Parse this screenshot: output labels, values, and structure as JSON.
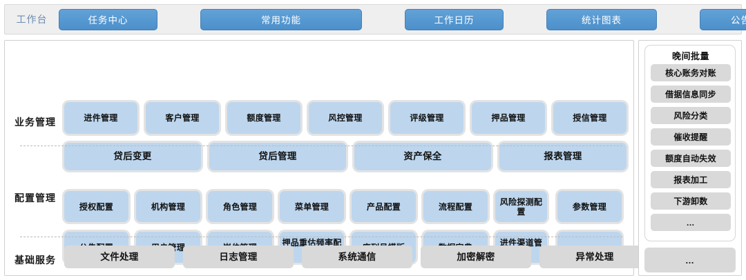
{
  "topbar": {
    "workbench_label": "工作台",
    "tabs": [
      {
        "label": "任务中心"
      },
      {
        "label": "常用功能"
      },
      {
        "label": "工作日历"
      },
      {
        "label": "统计图表"
      },
      {
        "label": "公告信息"
      }
    ],
    "colors": {
      "tab_bg": "#4c8fca",
      "bar_bg": "#efefef",
      "label_text": "#6d8cb0"
    }
  },
  "sections": [
    {
      "label": "业务管理",
      "rows": [
        {
          "tiles": [
            {
              "label": "进件管理"
            },
            {
              "label": "客户管理"
            },
            {
              "label": "额度管理"
            },
            {
              "label": "风控管理"
            },
            {
              "label": "评级管理"
            },
            {
              "label": "押品管理"
            },
            {
              "label": "授信管理"
            }
          ]
        },
        {
          "tiles": [
            {
              "label": "贷后变更"
            },
            {
              "label": "贷后管理"
            },
            {
              "label": "资产保全"
            },
            {
              "label": "报表管理"
            }
          ]
        }
      ]
    },
    {
      "label": "配置管理",
      "rows": [
        {
          "tiles": [
            {
              "label": "授权配置"
            },
            {
              "label": "机构管理"
            },
            {
              "label": "角色管理"
            },
            {
              "label": "菜单管理"
            },
            {
              "label": "产品配置"
            },
            {
              "label": "流程配置"
            },
            {
              "label": "风险探测配置"
            },
            {
              "label": "参数管理"
            }
          ]
        },
        {
          "tiles": [
            {
              "label": "公告配置"
            },
            {
              "label": "用户管理"
            },
            {
              "label": "岗位管理"
            },
            {
              "label": "押品重估频率配置"
            },
            {
              "label": "序列号模版"
            },
            {
              "label": "数据字典"
            },
            {
              "label": "进件渠道管理"
            },
            {
              "label": "…"
            }
          ]
        }
      ]
    },
    {
      "label": "基础服务",
      "rows": [
        {
          "tiles": [
            {
              "label": "文件处理"
            },
            {
              "label": "日志管理"
            },
            {
              "label": "系统通信"
            },
            {
              "label": "加密解密"
            },
            {
              "label": "异常处理"
            }
          ]
        }
      ]
    }
  ],
  "right_panel": {
    "batch_title": "晚间批量",
    "batch_items": [
      {
        "label": "核心账务对账"
      },
      {
        "label": "借据信息同步"
      },
      {
        "label": "风险分类"
      },
      {
        "label": "催收提醒"
      },
      {
        "label": "额度自动失效"
      },
      {
        "label": "报表加工"
      },
      {
        "label": "下游卸数"
      },
      {
        "label": "…"
      }
    ],
    "more_label": "…"
  },
  "colors": {
    "tile_blue": "#bdd6ee",
    "tile_grey": "#d9d9d9",
    "tile_shadow": "#e3e3e3",
    "panel_border": "#cfcfcf",
    "divider": "#b9b9b9",
    "text": "#111111"
  }
}
